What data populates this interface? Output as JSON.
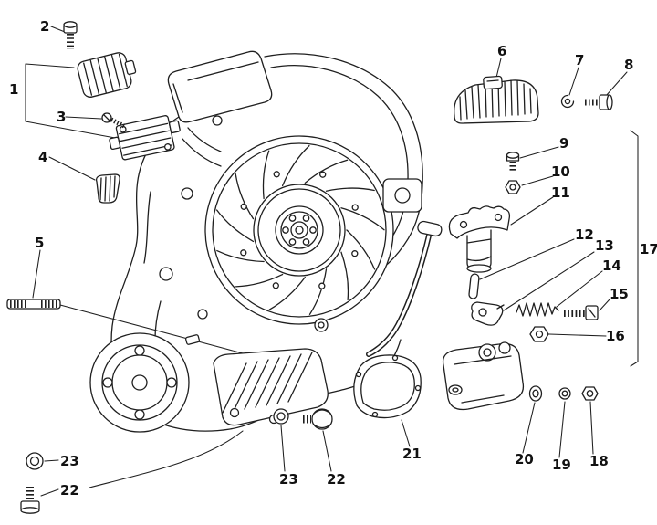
{
  "page": {
    "background_color": "#ffffff"
  },
  "diagram": {
    "kind": "exploded-parts-diagram",
    "subject": "engine assembly with numbered part callouts",
    "line_color": "#1f1f1f",
    "label_color": "#111111",
    "labels": [
      {
        "id": "callout-2",
        "text": "2"
      },
      {
        "id": "callout-1",
        "text": "1"
      },
      {
        "id": "callout-3",
        "text": "3"
      },
      {
        "id": "callout-4",
        "text": "4"
      },
      {
        "id": "callout-5",
        "text": "5"
      },
      {
        "id": "callout-6",
        "text": "6"
      },
      {
        "id": "callout-7",
        "text": "7"
      },
      {
        "id": "callout-8",
        "text": "8"
      },
      {
        "id": "callout-9",
        "text": "9"
      },
      {
        "id": "callout-10",
        "text": "10"
      },
      {
        "id": "callout-11",
        "text": "11"
      },
      {
        "id": "callout-12",
        "text": "12"
      },
      {
        "id": "callout-13",
        "text": "13"
      },
      {
        "id": "callout-14",
        "text": "14"
      },
      {
        "id": "callout-15",
        "text": "15"
      },
      {
        "id": "callout-16",
        "text": "16"
      },
      {
        "id": "callout-17",
        "text": "17"
      },
      {
        "id": "callout-18",
        "text": "18"
      },
      {
        "id": "callout-19",
        "text": "19"
      },
      {
        "id": "callout-20",
        "text": "20"
      },
      {
        "id": "callout-21",
        "text": "21"
      },
      {
        "id": "callout-22-right",
        "text": "22"
      },
      {
        "id": "callout-23-right",
        "text": "23"
      },
      {
        "id": "callout-23-left",
        "text": "23"
      },
      {
        "id": "callout-22-left",
        "text": "22"
      }
    ]
  }
}
